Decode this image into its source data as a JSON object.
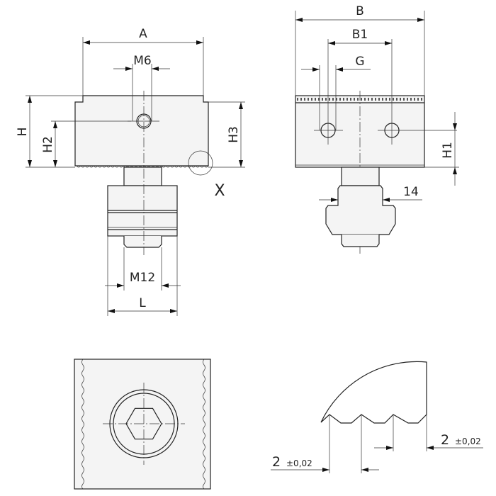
{
  "drawing": {
    "front_view": {
      "labels": {
        "A": "A",
        "M6": "M6",
        "H": "H",
        "H2": "H2",
        "H3": "H3",
        "M12": "M12",
        "L": "L",
        "detail": "X"
      }
    },
    "side_view": {
      "labels": {
        "B": "B",
        "B1": "B1",
        "G": "G",
        "H1": "H1",
        "width14": "14"
      }
    },
    "detail_x": {
      "pitch_left": "2",
      "tol_left": "±0,02",
      "pitch_right": "2",
      "tol_right": "±0,02"
    }
  }
}
